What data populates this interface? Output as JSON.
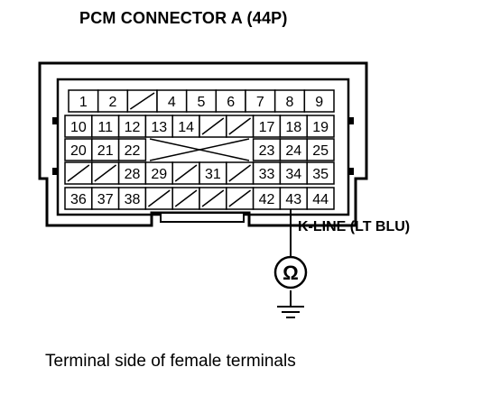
{
  "title": "PCM CONNECTOR A (44P)",
  "caption": "Terminal side of female terminals",
  "wire_label": "K-LINE (LT BLU)",
  "connector": {
    "rows": [
      [
        "1",
        "2",
        "",
        "4",
        "5",
        "6",
        "7",
        "8",
        "9"
      ],
      [
        "10",
        "11",
        "12",
        "13",
        "14",
        "",
        "",
        "17",
        "18",
        "19"
      ],
      [
        "20",
        "21",
        "22",
        "",
        "",
        "",
        "",
        "23",
        "24",
        "25"
      ],
      [
        "",
        "",
        "28",
        "29",
        "",
        "31",
        "",
        "33",
        "34",
        "35"
      ],
      [
        "36",
        "37",
        "38",
        "",
        "",
        "",
        "",
        "42",
        "43",
        "44"
      ]
    ]
  },
  "meter_icon": "ohm-meter-icon",
  "ground_icon": "ground-icon"
}
